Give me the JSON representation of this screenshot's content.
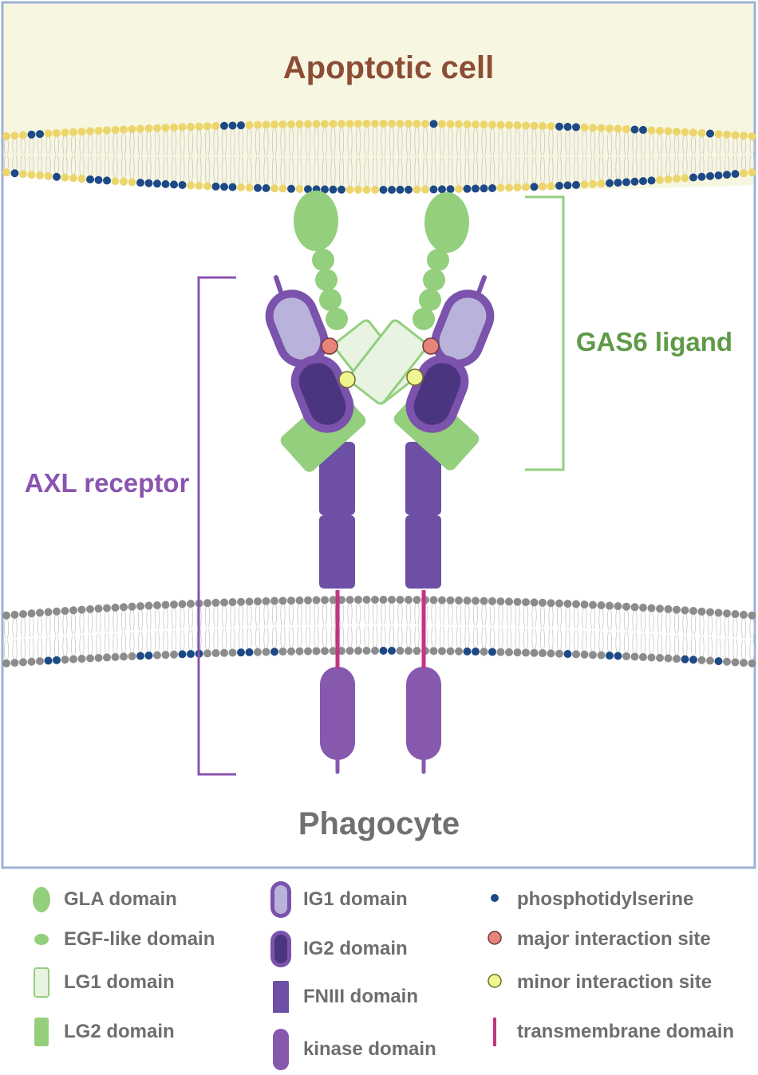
{
  "labels": {
    "apoptotic_cell": "Apoptotic cell",
    "phagocyte": "Phagocyte",
    "gas6_ligand": "GAS6 ligand",
    "axl_receptor": "AXL receptor"
  },
  "colors": {
    "apoptotic_fill": "#f7f6e1",
    "frame": "#9fb0d6",
    "lipid_yellow": "#ecd56b",
    "lipid_gray": "#8c8c8c",
    "phosphatidylserine": "#1d4a86",
    "gla": "#93cf7d",
    "lg1_fill": "#e8f3e2",
    "lg1_stroke": "#93cf7d",
    "ig1_fill": "#b9b2da",
    "ig2_fill": "#4c3580",
    "ig_stroke": "#7b52ac",
    "fniii": "#6e4fa6",
    "kinase": "#8759ae",
    "transmembrane": "#c23583",
    "major_site": "#e6837b",
    "minor_site": "#f1f58f",
    "title_brown": "#8c4d36",
    "gas6_green": "#5f9a47",
    "axl_purple": "#8a54b0",
    "phagocyte_gray": "#707070",
    "legend_text": "#6e6e6e"
  },
  "legend": [
    {
      "label": "GLA domain",
      "icon": "gla-domain-icon"
    },
    {
      "label": "EGF-like domain",
      "icon": "egf-like-domain-icon"
    },
    {
      "label": "LG1 domain",
      "icon": "lg1-domain-icon"
    },
    {
      "label": "LG2 domain",
      "icon": "lg2-domain-icon"
    },
    {
      "label": "IG1 domain",
      "icon": "ig1-domain-icon"
    },
    {
      "label": "IG2 domain",
      "icon": "ig2-domain-icon"
    },
    {
      "label": "FNIII domain",
      "icon": "fniii-domain-icon"
    },
    {
      "label": "kinase domain",
      "icon": "kinase-domain-icon"
    },
    {
      "label": "phosphotidylserine",
      "icon": "phosphatidylserine-icon"
    },
    {
      "label": "major interaction site",
      "icon": "major-interaction-site-icon"
    },
    {
      "label": "minor interaction site",
      "icon": "minor-interaction-site-icon"
    },
    {
      "label": "transmembrane domain",
      "icon": "transmembrane-domain-icon"
    }
  ]
}
